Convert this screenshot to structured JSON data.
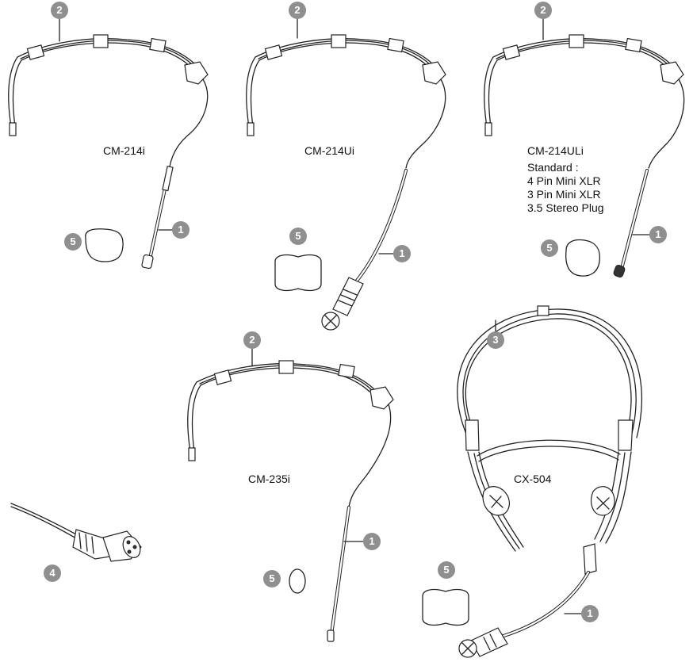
{
  "labels": {
    "cm214i": "CM-214i",
    "cm214ui": "CM-214Ui",
    "cm214uli": "CM-214ULi",
    "cm235i": "CM-235i",
    "cx504": "CX-504",
    "connectors": {
      "heading": "Standard :",
      "items": [
        "4 Pin Mini XLR",
        "3 Pin Mini XLR",
        "3.5 Stereo Plug"
      ]
    }
  },
  "callouts": {
    "n1": "1",
    "n2": "2",
    "n3": "3",
    "n4": "4",
    "n5": "5"
  },
  "colors": {
    "line": "#222222",
    "badge": "#8f8f8f",
    "badge_text": "#ffffff"
  }
}
